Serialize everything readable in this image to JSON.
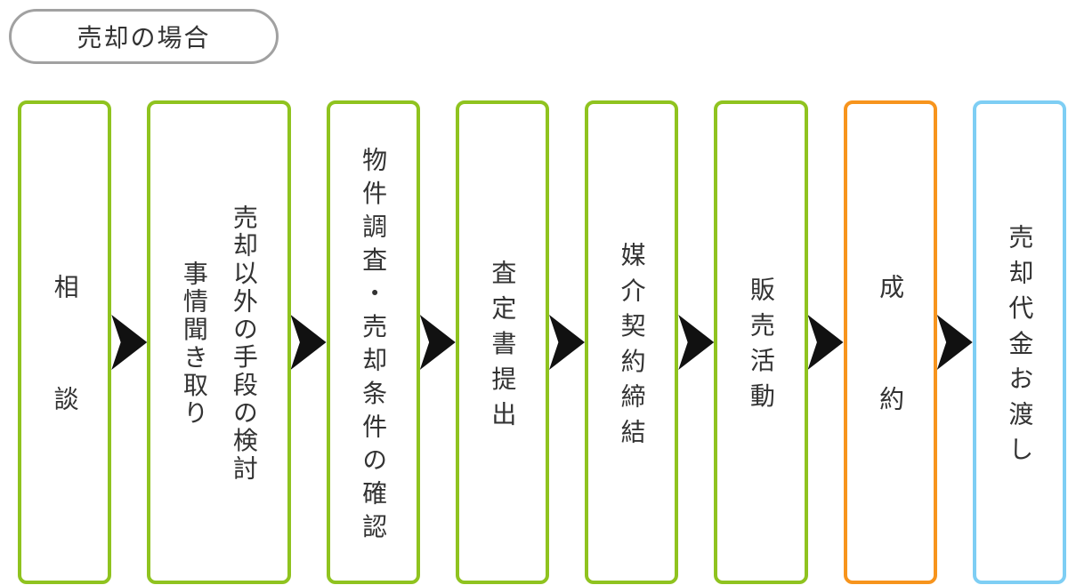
{
  "title": {
    "label": "売却の場合"
  },
  "flow": {
    "steps": [
      {
        "lines": [
          "相談"
        ],
        "color": "green"
      },
      {
        "lines": [
          "売却以外の手段の検討",
          "事情聞き取り"
        ],
        "color": "green"
      },
      {
        "lines": [
          "物件調査・売却条件の確認"
        ],
        "color": "green"
      },
      {
        "lines": [
          "査定書提出"
        ],
        "color": "green"
      },
      {
        "lines": [
          "媒介契約締結"
        ],
        "color": "green"
      },
      {
        "lines": [
          "販売活動"
        ],
        "color": "green"
      },
      {
        "lines": [
          "成約"
        ],
        "color": "orange"
      },
      {
        "lines": [
          "売却代金お渡し"
        ],
        "color": "blue"
      }
    ]
  },
  "colors": {
    "green": "#8fc31f",
    "orange": "#f7941d",
    "blue": "#7ecef4",
    "arrow": "#111111",
    "title_border": "#a1a1a1",
    "text": "#333333"
  }
}
